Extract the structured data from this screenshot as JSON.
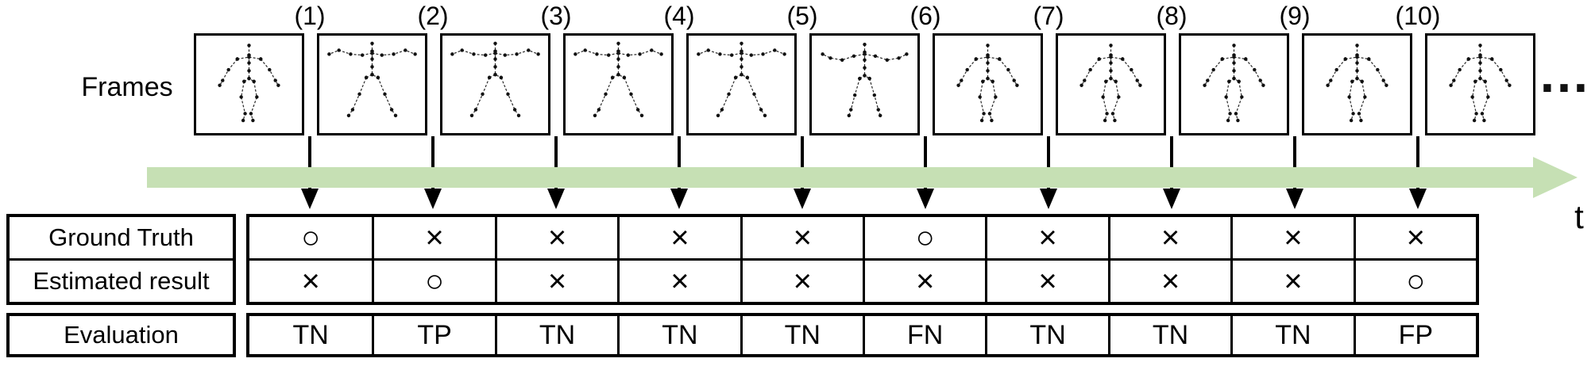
{
  "frames_label": "Frames",
  "frame_labels": [
    "(1)",
    "(2)",
    "(3)",
    "(4)",
    "(5)",
    "(6)",
    "(7)",
    "(8)",
    "(9)",
    "(10)"
  ],
  "ellipsis": "…",
  "timeline": {
    "t_label": "t"
  },
  "colors": {
    "timeline_green": "#c6e0b4",
    "ink": "#000000"
  },
  "table": {
    "row_headers": [
      "Ground Truth",
      "Estimated result",
      "Evaluation"
    ],
    "ground_truth": [
      "○",
      "×",
      "×",
      "×",
      "×",
      "○",
      "×",
      "×",
      "×",
      "×"
    ],
    "estimated_result": [
      "×",
      "○",
      "×",
      "×",
      "×",
      "×",
      "×",
      "×",
      "×",
      "○"
    ],
    "evaluation": [
      "TN",
      "TP",
      "TN",
      "TN",
      "TN",
      "FN",
      "TN",
      "TN",
      "TN",
      "FP"
    ]
  },
  "frame_poses": [
    "arms_down",
    "spread_wide",
    "spread_wide",
    "spread_wide",
    "spread_wide",
    "spread_droop",
    "arms_down",
    "arms_down",
    "arms_down",
    "arms_down",
    "arms_down"
  ],
  "skeleton_poses": {
    "arms_down": {
      "bones": [
        [
          [
            54,
            10
          ],
          [
            54,
            20
          ]
        ],
        [
          [
            42,
            24
          ],
          [
            54,
            22
          ],
          [
            66,
            24
          ]
        ],
        [
          [
            42,
            24
          ],
          [
            33,
            35
          ],
          [
            27,
            46
          ],
          [
            24,
            51
          ]
        ],
        [
          [
            66,
            24
          ],
          [
            75,
            35
          ],
          [
            81,
            46
          ],
          [
            84,
            51
          ]
        ],
        [
          [
            54,
            20
          ],
          [
            54,
            28
          ],
          [
            54,
            36
          ],
          [
            54,
            44
          ]
        ],
        [
          [
            49,
            47
          ],
          [
            54,
            44
          ],
          [
            59,
            47
          ]
        ],
        [
          [
            49,
            47
          ],
          [
            46,
            63
          ],
          [
            50,
            80
          ],
          [
            48,
            87
          ]
        ],
        [
          [
            59,
            47
          ],
          [
            62,
            63
          ],
          [
            56,
            80
          ],
          [
            58,
            87
          ]
        ]
      ]
    },
    "spread_wide": {
      "bones": [
        [
          [
            54,
            8
          ],
          [
            54,
            16
          ]
        ],
        [
          [
            54,
            18
          ],
          [
            44,
            20
          ],
          [
            32,
            19
          ],
          [
            20,
            15
          ],
          [
            10,
            19
          ]
        ],
        [
          [
            54,
            18
          ],
          [
            64,
            20
          ],
          [
            76,
            19
          ],
          [
            88,
            15
          ],
          [
            98,
            19
          ]
        ],
        [
          [
            54,
            16
          ],
          [
            54,
            24
          ],
          [
            54,
            32
          ],
          [
            54,
            40
          ]
        ],
        [
          [
            48,
            43
          ],
          [
            54,
            40
          ],
          [
            60,
            43
          ]
        ],
        [
          [
            48,
            43
          ],
          [
            41,
            60
          ],
          [
            34,
            76
          ],
          [
            30,
            82
          ]
        ],
        [
          [
            60,
            43
          ],
          [
            67,
            60
          ],
          [
            74,
            76
          ],
          [
            78,
            82
          ]
        ]
      ]
    },
    "spread_droop": {
      "bones": [
        [
          [
            54,
            9
          ],
          [
            54,
            17
          ]
        ],
        [
          [
            54,
            19
          ],
          [
            43,
            21
          ],
          [
            31,
            25
          ],
          [
            19,
            23
          ],
          [
            11,
            19
          ]
        ],
        [
          [
            54,
            19
          ],
          [
            65,
            21
          ],
          [
            77,
            25
          ],
          [
            89,
            23
          ],
          [
            97,
            19
          ]
        ],
        [
          [
            54,
            17
          ],
          [
            54,
            25
          ],
          [
            54,
            33
          ],
          [
            54,
            41
          ]
        ],
        [
          [
            49,
            44
          ],
          [
            54,
            41
          ],
          [
            59,
            44
          ]
        ],
        [
          [
            49,
            44
          ],
          [
            44,
            61
          ],
          [
            40,
            76
          ],
          [
            38,
            82
          ]
        ],
        [
          [
            59,
            44
          ],
          [
            64,
            61
          ],
          [
            68,
            76
          ],
          [
            70,
            82
          ]
        ]
      ]
    }
  }
}
